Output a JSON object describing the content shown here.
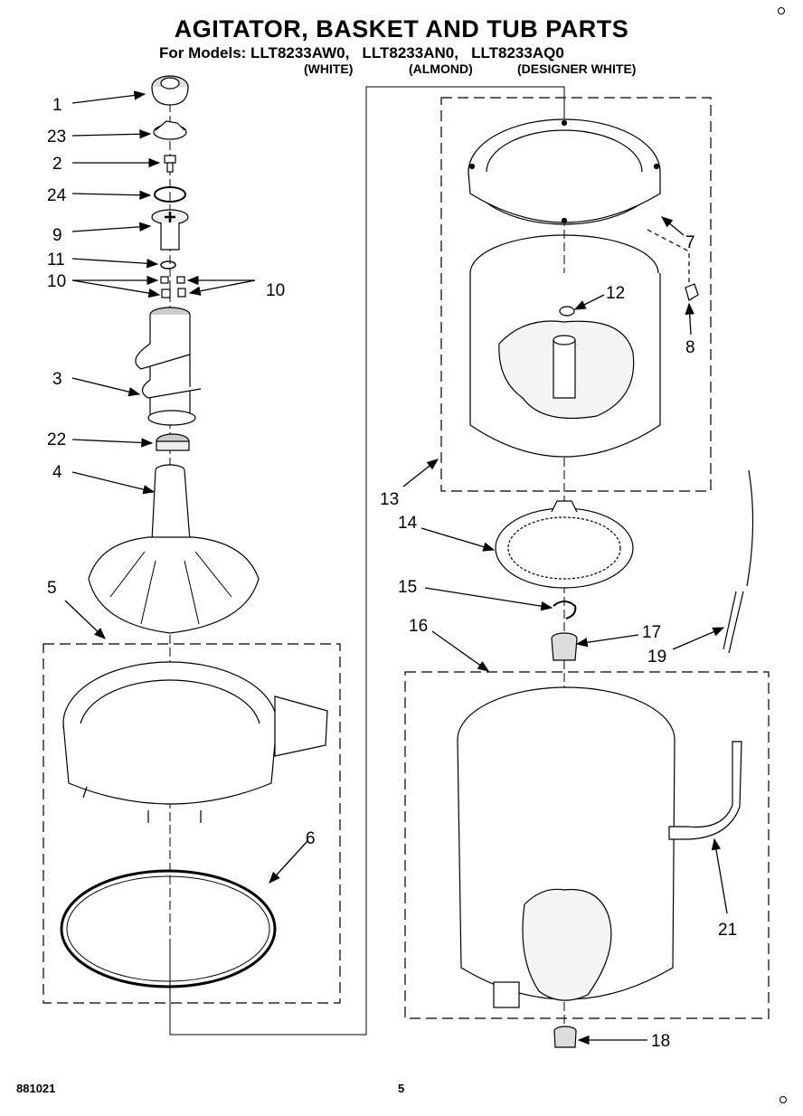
{
  "header": {
    "title": "AGITATOR, BASKET AND TUB PARTS",
    "models_line": "For Models: LLT8233AW0,   LLT8233AN0,   LLT8233AQ0",
    "variants": [
      "(WHITE)",
      "(ALMOND)",
      "(DESIGNER WHITE)"
    ]
  },
  "callouts": [
    "1",
    "23",
    "2",
    "24",
    "9",
    "11",
    "10",
    "10",
    "3",
    "22",
    "4",
    "5",
    "6",
    "7",
    "12",
    "8",
    "13",
    "14",
    "15",
    "16",
    "17",
    "19",
    "21",
    "18"
  ],
  "footer": {
    "code": "881021",
    "page": "5"
  }
}
